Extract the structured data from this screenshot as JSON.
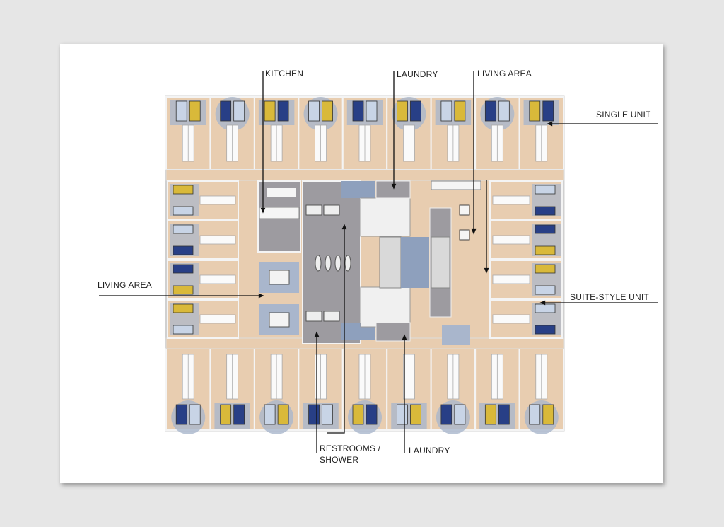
{
  "labels": {
    "kitchen": "KITCHEN",
    "laundry_top": "LAUNDRY",
    "living_area_top": "LIVING AREA",
    "single_unit": "SINGLE UNIT",
    "living_area_left": "LIVING AREA",
    "suite_style_unit": "SUITE-STYLE UNIT",
    "restrooms_line1": "RESTROOMS /",
    "restrooms_line2": "SHOWER",
    "laundry_bottom": "LAUNDRY"
  },
  "colors": {
    "floor": "#e8cdb0",
    "service": "#9d9ba0",
    "blue_area": "#8ea0bd",
    "rug": "#a9b6cc",
    "bed_yellow": "#d9b93a",
    "bed_navy": "#283f86",
    "bed_light": "#c8d4e6",
    "wall": "#f4f4f4"
  }
}
